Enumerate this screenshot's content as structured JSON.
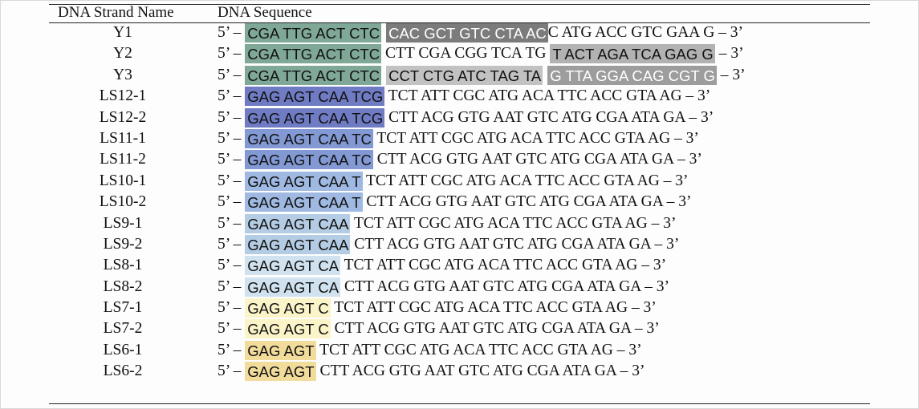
{
  "table": {
    "headers": {
      "name": "DNA Strand Name",
      "sequence": "DNA Sequence"
    },
    "rows": [
      {
        "name": "Y1",
        "segments": [
          {
            "text": "5’ – "
          },
          {
            "text": "CGA TTG ACT CTC",
            "bg": "#7fa897"
          },
          {
            "text": "CAC GCT GTC CTA AC",
            "bg": "#7b7b7b",
            "fg": "white"
          },
          {
            "text": "C ATG ACC GTC GAA G – 3’"
          }
        ]
      },
      {
        "name": "Y2",
        "segments": [
          {
            "text": "5’ – "
          },
          {
            "text": "CGA TTG ACT CTC",
            "bg": "#7fa897"
          },
          {
            "text": " CTT CGA CGG TCA TG "
          },
          {
            "text": "T ACT AGA TCA GAG G",
            "bg": "#b2b2b2"
          },
          {
            "text": " – 3’"
          }
        ]
      },
      {
        "name": "Y3",
        "segments": [
          {
            "text": "5’ – "
          },
          {
            "text": "CGA TTG ACT CTC",
            "bg": "#7fa897"
          },
          {
            "text": "CCT CTG ATC TAG TA",
            "bg": "#c2c2c2"
          },
          {
            "text": "G TTA GGA CAG CGT G",
            "bg": "#9d9d9d",
            "fg": "white"
          },
          {
            "text": " – 3’"
          }
        ]
      },
      {
        "name": "LS12-1",
        "segments": [
          {
            "text": "5’ – "
          },
          {
            "text": "GAG AGT CAA TCG",
            "bg": "#6f7bc3"
          },
          {
            "text": " TCT ATT CGC ATG ACA TTC ACC GTA AG – 3’"
          }
        ]
      },
      {
        "name": "LS12-2",
        "segments": [
          {
            "text": "5’ – "
          },
          {
            "text": "GAG AGT CAA TCG",
            "bg": "#6f7bc3"
          },
          {
            "text": " CTT ACG GTG AAT GTC ATG CGA ATA GA – 3’"
          }
        ]
      },
      {
        "name": "LS11-1",
        "segments": [
          {
            "text": "5’ – "
          },
          {
            "text": "GAG AGT CAA TC",
            "bg": "#8399d4"
          },
          {
            "text": " TCT ATT CGC ATG ACA TTC ACC GTA AG – 3’"
          }
        ]
      },
      {
        "name": "LS11-2",
        "segments": [
          {
            "text": "5’ – "
          },
          {
            "text": "GAG AGT CAA TC",
            "bg": "#8399d4"
          },
          {
            "text": " CTT ACG GTG AAT GTC ATG CGA ATA GA – 3’"
          }
        ]
      },
      {
        "name": "LS10-1",
        "segments": [
          {
            "text": "5’ – "
          },
          {
            "text": "GAG AGT CAA T",
            "bg": "#9fb9e2"
          },
          {
            "text": " TCT ATT CGC ATG ACA TTC ACC GTA AG – 3’"
          }
        ]
      },
      {
        "name": "LS10-2",
        "segments": [
          {
            "text": "5’ – "
          },
          {
            "text": "GAG AGT CAA T",
            "bg": "#9fb9e2"
          },
          {
            "text": " CTT ACG GTG AAT GTC ATG CGA ATA GA – 3’"
          }
        ]
      },
      {
        "name": "LS9-1",
        "segments": [
          {
            "text": "5’ – "
          },
          {
            "text": "GAG AGT CAA",
            "bg": "#b4cde4"
          },
          {
            "text": " TCT ATT CGC ATG ACA TTC ACC GTA AG – 3’"
          }
        ]
      },
      {
        "name": "LS9-2",
        "segments": [
          {
            "text": "5’ – "
          },
          {
            "text": "GAG AGT CAA",
            "bg": "#b4cde4"
          },
          {
            "text": " CTT ACG GTG AAT GTC ATG CGA ATA GA – 3’"
          }
        ]
      },
      {
        "name": "LS8-1",
        "segments": [
          {
            "text": "5’ – "
          },
          {
            "text": "GAG AGT CA",
            "bg": "#d0e2ef"
          },
          {
            "text": " TCT ATT CGC ATG ACA TTC ACC GTA AG – 3’"
          }
        ]
      },
      {
        "name": "LS8-2",
        "segments": [
          {
            "text": "5’ – "
          },
          {
            "text": "GAG AGT CA",
            "bg": "#d0e2ef"
          },
          {
            "text": " CTT ACG GTG AAT GTC ATG CGA ATA GA – 3’"
          }
        ]
      },
      {
        "name": "LS7-1",
        "segments": [
          {
            "text": "5’ – "
          },
          {
            "text": "GAG AGT C",
            "bg": "#faf4c8"
          },
          {
            "text": " TCT ATT CGC ATG ACA TTC ACC GTA AG – 3’"
          }
        ]
      },
      {
        "name": "LS7-2",
        "segments": [
          {
            "text": "5’ – "
          },
          {
            "text": "GAG AGT C",
            "bg": "#faf4c8"
          },
          {
            "text": " CTT ACG GTG AAT GTC ATG CGA ATA GA – 3’"
          }
        ]
      },
      {
        "name": "LS6-1",
        "segments": [
          {
            "text": "5’ – "
          },
          {
            "text": "GAG AGT",
            "bg": "#f2dc9b"
          },
          {
            "text": " TCT ATT CGC ATG ACA TTC ACC GTA AG – 3’"
          }
        ]
      },
      {
        "name": "LS6-2",
        "segments": [
          {
            "text": "5’ – "
          },
          {
            "text": "GAG AGT",
            "bg": "#f2dc9b"
          },
          {
            "text": " CTT ACG GTG AAT GTC ATG CGA ATA GA – 3’"
          }
        ]
      }
    ]
  }
}
